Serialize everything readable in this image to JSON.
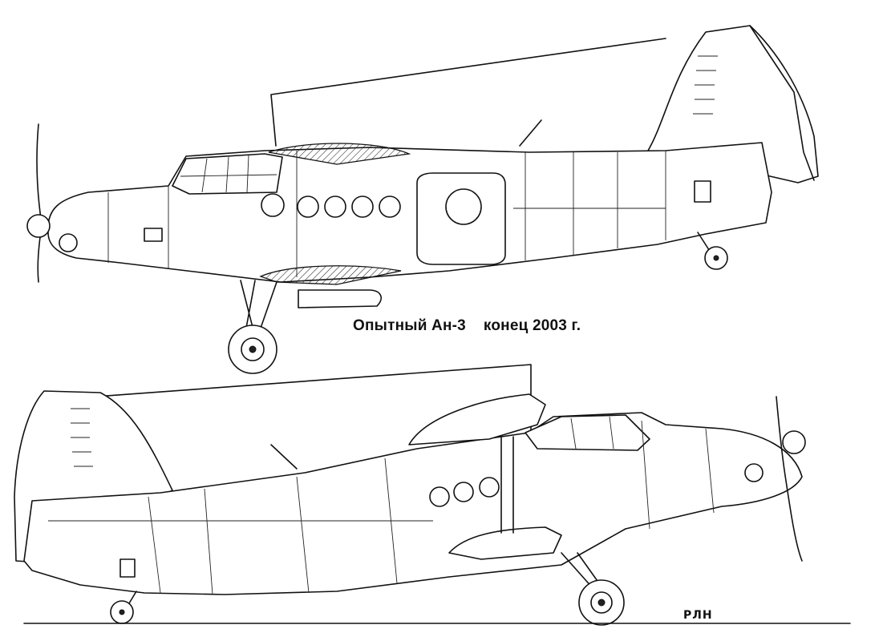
{
  "caption": {
    "title": "Опытный Ан-3",
    "date": "конец 2003 г."
  },
  "signature": "РЛН",
  "colors": {
    "ink": "#111111",
    "paper": "#ffffff"
  }
}
